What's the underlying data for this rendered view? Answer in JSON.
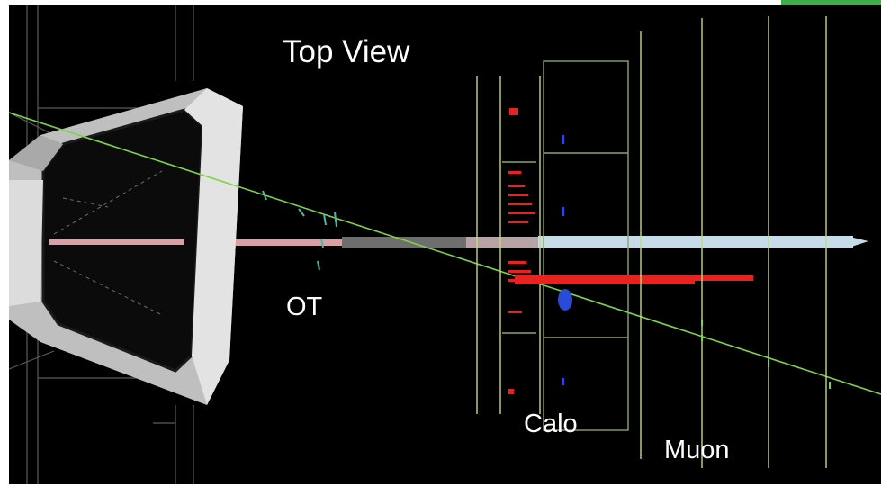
{
  "title": "Top View",
  "labels": {
    "ot": "OT",
    "calo": "Calo",
    "muon": "Muon"
  },
  "colors": {
    "background": "#000000",
    "frame": "#ffffff",
    "magnet_outer": "#bfbfbf",
    "magnet_inner": "#e6e6e6",
    "track": "#7fd34a",
    "beam_pipe": "#d9a0a8",
    "hcal_hits": "#e8231f",
    "ecal_hits": "#2a4ad8",
    "muon_stations": "#c8d87a",
    "beam_tube_light": "#c6dce8"
  }
}
